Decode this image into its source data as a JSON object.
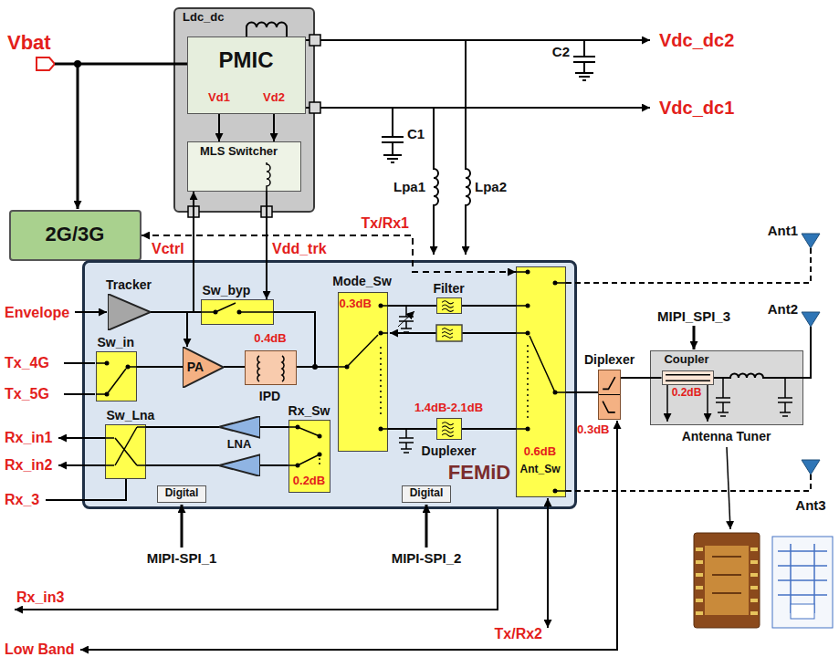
{
  "diagram": {
    "nodes": [
      {
        "text": [
          "Ldc_dc"
        ]
      },
      {
        "text": [
          "PMIC"
        ],
        "in": 0
      },
      {
        "text": [
          "MLS Switcher"
        ],
        "in": 0
      },
      {
        "text": [
          "2G/3G"
        ]
      },
      {
        "text": [
          "FEMiD"
        ]
      },
      {
        "text": [
          "Tracker"
        ],
        "in": 4
      },
      {
        "text": [
          "Sw_byp"
        ],
        "in": 4
      },
      {
        "text": [
          "Sw_in"
        ],
        "in": 4
      },
      {
        "text": [
          "PA"
        ],
        "in": 4
      },
      {
        "text": [
          "IPD"
        ],
        "in": 4
      },
      {
        "text": [
          "Mode_Sw",
          "0.3dB"
        ],
        "in": 4
      },
      {
        "text": [
          "Filter"
        ],
        "in": 4
      },
      {
        "text": [
          "1.4dB-2.1dB",
          "Duplexer"
        ],
        "in": 4
      },
      {
        "text": [
          "0.6dB",
          "Ant_Sw"
        ],
        "in": 4
      },
      {
        "text": [
          "Sw_Lna"
        ],
        "in": 4
      },
      {
        "text": [
          "LNA"
        ],
        "in": 4
      },
      {
        "text": [
          "Rx_Sw",
          "0.2dB"
        ],
        "in": 4
      },
      {
        "text": [
          "Digital"
        ],
        "in": 4
      },
      {
        "text": [
          "Digital"
        ],
        "in": 4
      },
      {
        "text": [
          "Diplexer",
          "0.3dB"
        ]
      },
      {
        "text": [
          "Antenna Tuner"
        ]
      },
      {
        "text": [
          "Coupler",
          "0.2dB"
        ],
        "in": 20
      }
    ],
    "edges": [
      {
        "from": 1,
        "to": 2,
        "label": "Vd1",
        "arrow": "to"
      },
      {
        "from": 1,
        "to": 2,
        "label": "Vd2",
        "arrow": "to"
      },
      {
        "from": 5,
        "to": 2,
        "label": "Vctrl",
        "arrow": "to"
      },
      {
        "from": 2,
        "to": 6,
        "label": "Vdd_trk",
        "arrow": "to"
      },
      {
        "from": 3,
        "to": 13,
        "label": "Tx/Rx1",
        "arrow": "both"
      },
      {
        "from": 5,
        "to": 6,
        "arrow": "none"
      },
      {
        "from": 5,
        "to": 8,
        "arrow": "to"
      },
      {
        "from": 7,
        "to": 8,
        "arrow": "none"
      },
      {
        "from": 8,
        "to": 9,
        "arrow": "none"
      },
      {
        "from": 9,
        "to": 10,
        "arrow": "none"
      },
      {
        "from": 10,
        "to": 11,
        "arrow": "none"
      },
      {
        "from": 10,
        "to": 12,
        "arrow": "none"
      },
      {
        "from": 11,
        "to": 13,
        "arrow": "none"
      },
      {
        "from": 12,
        "to": 13,
        "arrow": "none"
      },
      {
        "from": 16,
        "to": 15,
        "arrow": "none"
      },
      {
        "from": 15,
        "to": 14,
        "arrow": "none"
      },
      {
        "from": 13,
        "to": 19,
        "arrow": "none"
      },
      {
        "from": 19,
        "to": 21,
        "arrow": "none"
      }
    ],
    "labels": [
      "Vbat",
      "Vdc_dc2",
      "Vdc_dc1",
      "C2",
      "C1",
      "Lpa1",
      "Lpa2",
      "Envelope",
      "Tx_4G",
      "Tx_5G",
      "0.4dB",
      "Rx_in1",
      "Rx_in2",
      "Rx_3",
      "MIPI-SPI_1",
      "MIPI-SPI_2",
      "MIPI_SPI_3",
      "Ant1",
      "Ant2",
      "Ant3",
      "Rx_in3",
      "Tx/Rx2",
      "Low Band"
    ]
  }
}
